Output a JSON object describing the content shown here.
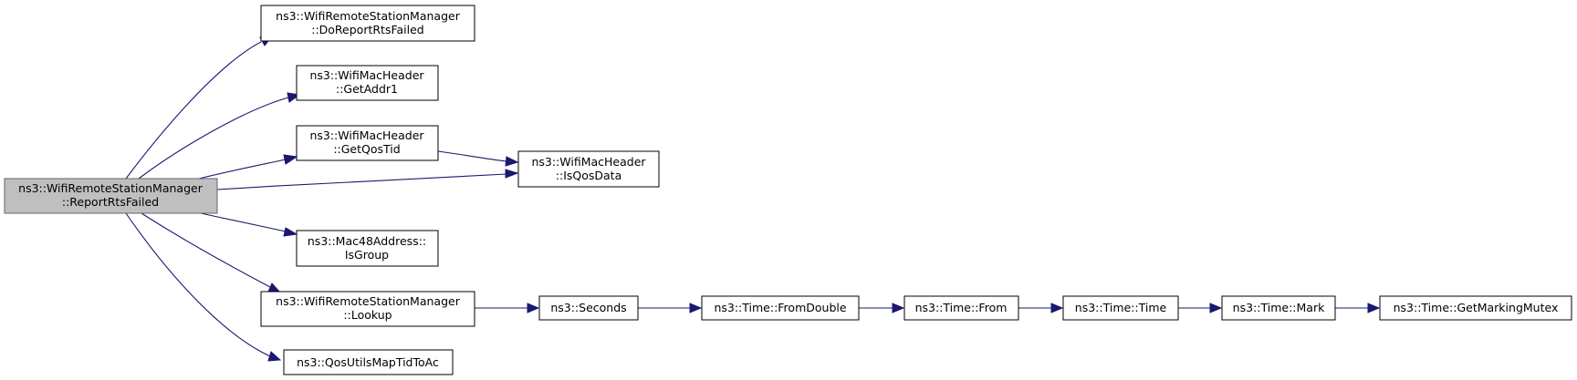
{
  "colors": {
    "edge": "#191970",
    "node_border": "#000000",
    "root_fill": "#bfbfbf",
    "root_border": "#666666",
    "node_fill": "#ffffff"
  },
  "nodes": {
    "report_rts_failed": {
      "line1": "ns3::WifiRemoteStationManager",
      "line2": "::ReportRtsFailed"
    },
    "do_report_rts_failed": {
      "line1": "ns3::WifiRemoteStationManager",
      "line2": "::DoReportRtsFailed"
    },
    "get_addr1": {
      "line1": "ns3::WifiMacHeader",
      "line2": "::GetAddr1"
    },
    "get_qos_tid": {
      "line1": "ns3::WifiMacHeader",
      "line2": "::GetQosTid"
    },
    "is_qos_data": {
      "line1": "ns3::WifiMacHeader",
      "line2": "::IsQosData"
    },
    "is_group": {
      "line1": "ns3::Mac48Address::",
      "line2": "IsGroup"
    },
    "lookup": {
      "line1": "ns3::WifiRemoteStationManager",
      "line2": "::Lookup"
    },
    "qos_utils_map": {
      "line1": "ns3::QosUtilsMapTidToAc"
    },
    "seconds": {
      "line1": "ns3::Seconds"
    },
    "from_double": {
      "line1": "ns3::Time::FromDouble"
    },
    "from": {
      "line1": "ns3::Time::From"
    },
    "time": {
      "line1": "ns3::Time::Time"
    },
    "mark": {
      "line1": "ns3::Time::Mark"
    },
    "get_marking_mutex": {
      "line1": "ns3::Time::GetMarkingMutex"
    }
  },
  "edges": [
    [
      "report_rts_failed",
      "do_report_rts_failed"
    ],
    [
      "report_rts_failed",
      "get_addr1"
    ],
    [
      "report_rts_failed",
      "get_qos_tid"
    ],
    [
      "report_rts_failed",
      "is_qos_data"
    ],
    [
      "report_rts_failed",
      "is_group"
    ],
    [
      "report_rts_failed",
      "lookup"
    ],
    [
      "report_rts_failed",
      "qos_utils_map"
    ],
    [
      "get_qos_tid",
      "is_qos_data"
    ],
    [
      "lookup",
      "seconds"
    ],
    [
      "seconds",
      "from_double"
    ],
    [
      "from_double",
      "from"
    ],
    [
      "from",
      "time"
    ],
    [
      "time",
      "mark"
    ],
    [
      "mark",
      "get_marking_mutex"
    ]
  ]
}
